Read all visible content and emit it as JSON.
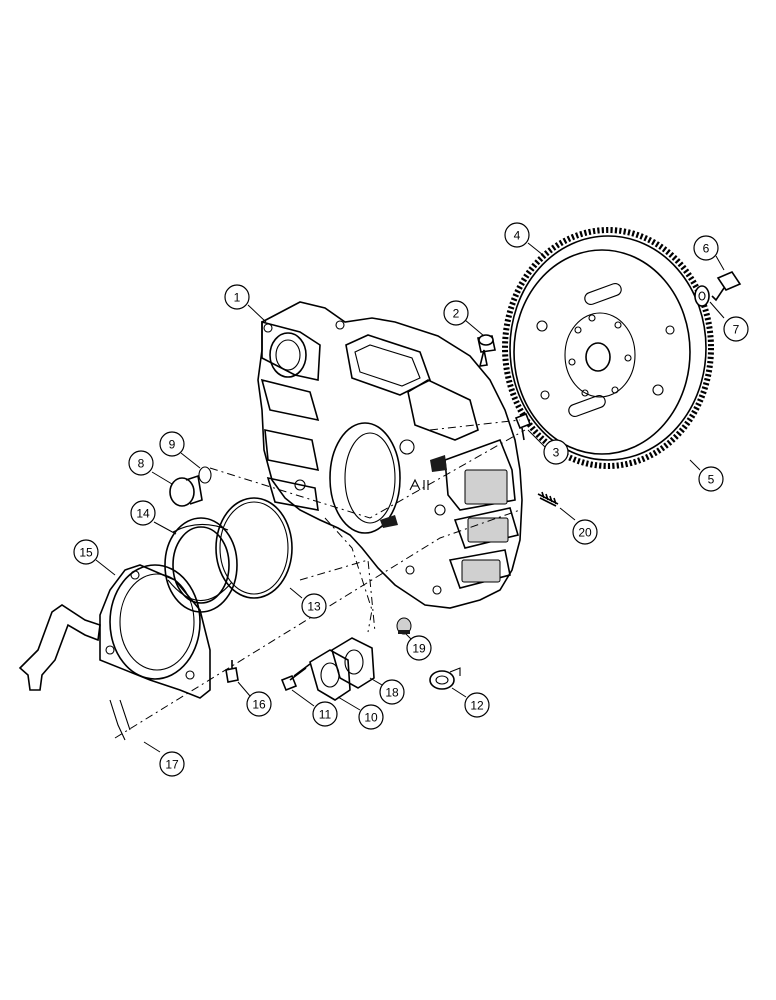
{
  "callouts": [
    {
      "label": "1"
    },
    {
      "label": "2"
    },
    {
      "label": "3"
    },
    {
      "label": "4"
    },
    {
      "label": "5"
    },
    {
      "label": "6"
    },
    {
      "label": "7"
    },
    {
      "label": "8"
    },
    {
      "label": "9"
    },
    {
      "label": "10"
    },
    {
      "label": "11"
    },
    {
      "label": "12"
    },
    {
      "label": "13"
    },
    {
      "label": "14"
    },
    {
      "label": "15"
    },
    {
      "label": "16"
    },
    {
      "label": "17"
    },
    {
      "label": "18"
    },
    {
      "label": "19"
    },
    {
      "label": "20"
    }
  ],
  "parts": [
    {
      "icon": "flywheel-housing-icon"
    },
    {
      "icon": "flywheel-ring-gear-icon"
    },
    {
      "icon": "rear-seal-retainer-icon"
    },
    {
      "icon": "oil-seal-ring-icon"
    },
    {
      "icon": "o-ring-seal-icon"
    },
    {
      "icon": "gasket-icon"
    },
    {
      "icon": "bolt-icon"
    },
    {
      "icon": "washer-icon"
    },
    {
      "icon": "plug-icon"
    },
    {
      "icon": "cover-plate-icon"
    },
    {
      "icon": "stud-icon"
    },
    {
      "icon": "dowel-icon"
    }
  ]
}
